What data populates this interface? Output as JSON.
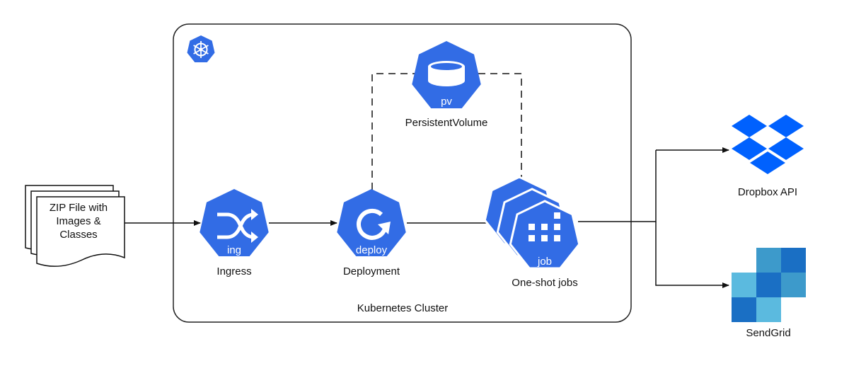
{
  "input": {
    "doc_line1": "ZIP File with",
    "doc_line2": "Images &",
    "doc_line3": "Classes"
  },
  "cluster": {
    "label": "Kubernetes Cluster"
  },
  "nodes": {
    "ingress": {
      "icon_text": "ing",
      "label": "Ingress"
    },
    "deployment": {
      "icon_text": "deploy",
      "label": "Deployment"
    },
    "pv": {
      "icon_text": "pv",
      "label": "PersistentVolume"
    },
    "jobs": {
      "icon_text": "job",
      "label": "One-shot jobs"
    }
  },
  "external": {
    "dropbox": {
      "label": "Dropbox API"
    },
    "sendgrid": {
      "label": "SendGrid"
    }
  },
  "colors": {
    "k8s_blue": "#326ce5",
    "dropbox_blue": "#0061fe",
    "sendgrid_dark": "#1a82e2",
    "sendgrid_mid": "#3d9acb",
    "sendgrid_light": "#5bbadf",
    "sendgrid_navy": "#0a5ca8"
  }
}
